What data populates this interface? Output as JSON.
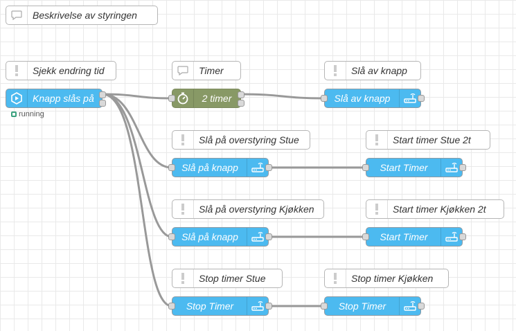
{
  "flow": {
    "description": "Beskrivelse av styringen",
    "comments": {
      "sjekk": "Sjekk endring tid",
      "timer": "Timer",
      "sla_av_knapp": "Slå av knapp",
      "overstyring_stue": "Slå på overstyring Stue",
      "start_timer_stue": "Start timer Stue 2t",
      "overstyring_kjokken": "Slå på overstyring Kjøkken",
      "start_timer_kjokken": "Start timer Kjøkken 2t",
      "stop_timer_stue": "Stop timer Stue",
      "stop_timer_kjokken": "Stop timer Kjøkken"
    },
    "nodes": {
      "knapp": "Knapp slås på",
      "timer2": "2 timer",
      "sla_av": "Slå av knapp",
      "sla_pa_1": "Slå på knapp",
      "start_timer_1": "Start Timer",
      "sla_pa_2": "Slå på knapp",
      "start_timer_2": "Start Timer",
      "stop_timer_1": "Stop Timer",
      "stop_timer_2": "Stop Timer"
    },
    "status": {
      "knapp": "running"
    }
  },
  "colors": {
    "ha_node": "#4cbaf0",
    "delay_node": "#889966",
    "status_ok": "#3aa17e",
    "wire": "#999999"
  },
  "icons": {
    "comment": "speech-bubble-icon",
    "warning": "exclamation-icon",
    "trigger": "hexagon-play-icon",
    "delay": "stopwatch-icon",
    "service": "router-icon"
  }
}
